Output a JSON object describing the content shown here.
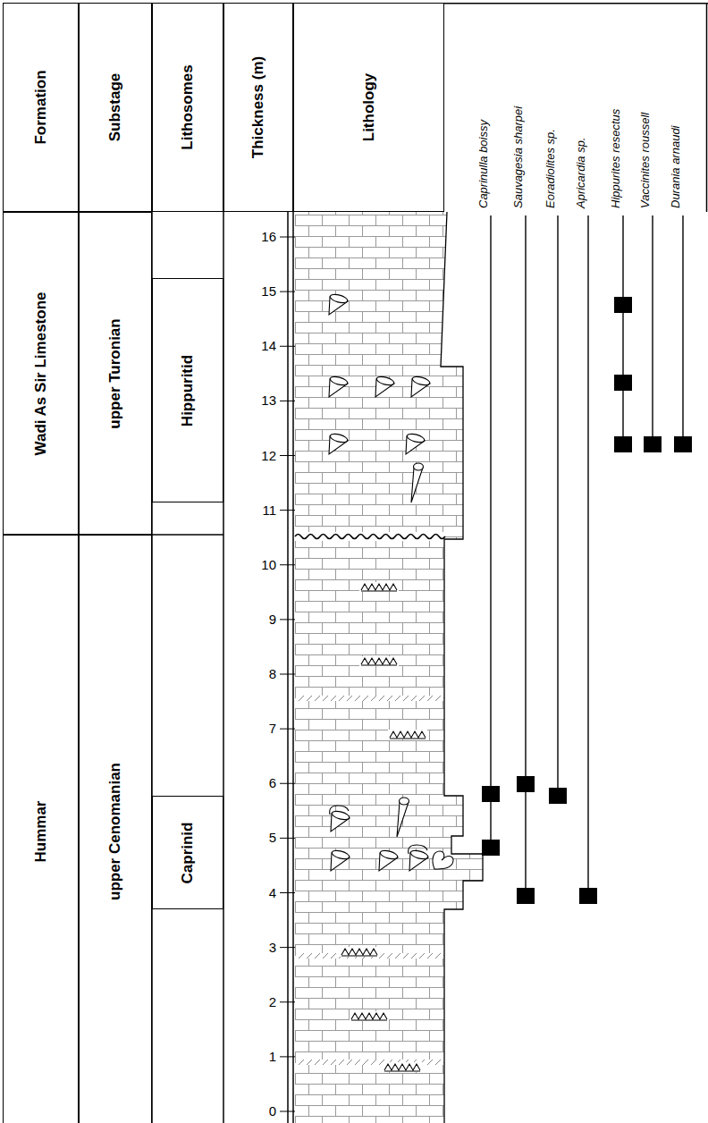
{
  "diagram": {
    "nodes": [
      {
        "text": [
          "Formation"
        ]
      },
      {
        "text": [
          "Substage"
        ]
      },
      {
        "text": [
          "Lithosomes"
        ]
      },
      {
        "text": [
          "Thickness (m)"
        ]
      },
      {
        "text": [
          "Lithology"
        ]
      },
      {
        "text": [
          "Wadi As Sir Limestone"
        ]
      },
      {
        "text": [
          "Hummar"
        ]
      },
      {
        "text": [
          "upper Turonian"
        ]
      },
      {
        "text": [
          "upper Cenomanian"
        ]
      },
      {
        "text": [
          "Hippuritid"
        ]
      },
      {
        "text": [
          "Caprinid"
        ]
      }
    ],
    "labels": [
      "Caprinulla boissy",
      "Sauvagesia sharpei",
      "Eoradiolites sp.",
      "Apricardia sp.",
      "Hippurites resectus",
      "Vaccinites roussell",
      "Durania arnaudi",
      "16",
      "15",
      "14",
      "13",
      "12",
      "11",
      "10",
      "9",
      "8",
      "7",
      "6",
      "5",
      "4",
      "3",
      "2",
      "1",
      "0"
    ]
  }
}
